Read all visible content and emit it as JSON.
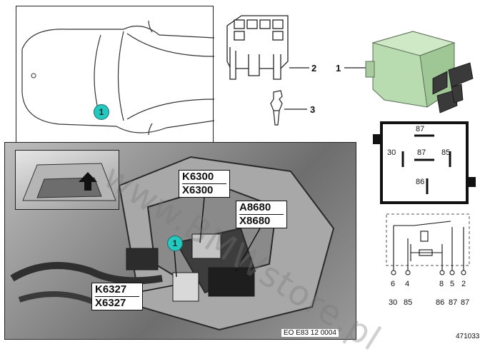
{
  "callouts": {
    "car_marker": "1",
    "photo_marker": "1"
  },
  "parts": {
    "relay_number": "1",
    "socket_number": "2",
    "terminal_number": "3"
  },
  "labels": {
    "k6300": "K6300",
    "x6300": "X6300",
    "a8680": "A8680",
    "x8680": "X8680",
    "k6327": "K6327",
    "x6327": "X6327"
  },
  "pin_diagram": {
    "top": "87",
    "left": "30",
    "center": "87",
    "right": "85",
    "bottom": "86"
  },
  "schematic": {
    "pins_row1": [
      "6",
      "4",
      "8",
      "5",
      "2"
    ],
    "pins_row2": [
      "30",
      "85",
      "86",
      "87",
      "87"
    ]
  },
  "photo_code": "EO E83 12 0004",
  "diagram_number": "471033",
  "watermark": "www.BMWstore.pl",
  "colors": {
    "callout": "#25c7bf",
    "relay_body": "#b9dbb0"
  }
}
